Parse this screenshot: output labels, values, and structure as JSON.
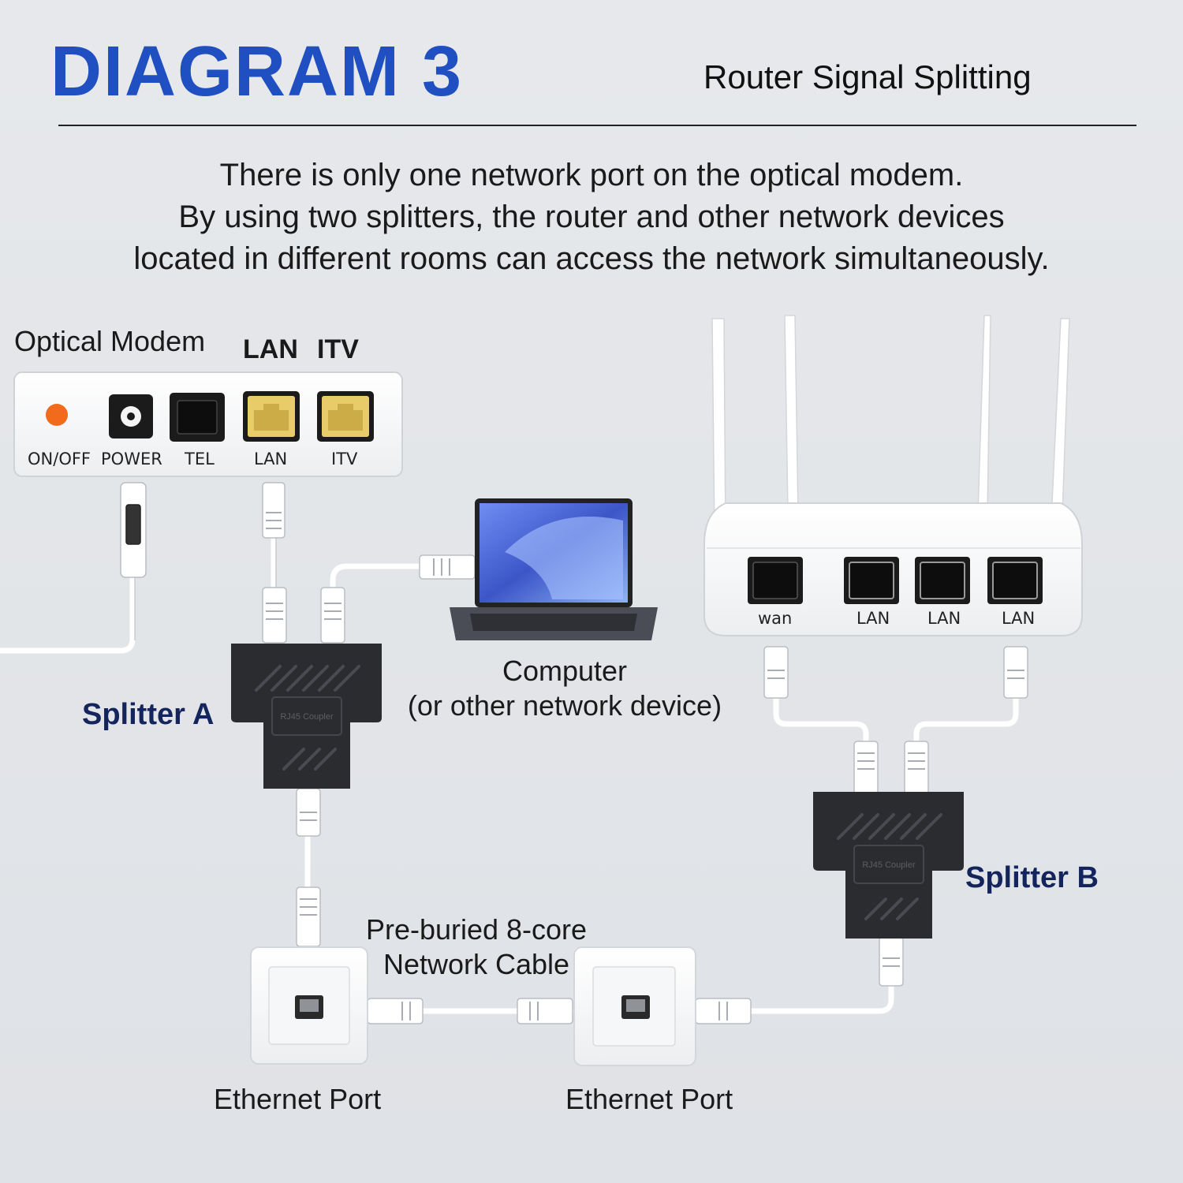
{
  "header": {
    "title": "DIAGRAM 3",
    "subtitle": "Router Signal Splitting"
  },
  "description": {
    "lines": [
      "There is only one network port on the optical modem.",
      "By using two splitters, the router and other network devices",
      "located in different rooms can access the network simultaneously."
    ]
  },
  "modem": {
    "title": "Optical Modem",
    "top_labels": [
      "LAN",
      "ITV"
    ],
    "ports": [
      "ON/OFF",
      "POWER",
      "TEL",
      "LAN",
      "ITV"
    ]
  },
  "router": {
    "ports": [
      "wan",
      "LAN",
      "LAN",
      "LAN"
    ]
  },
  "computer": {
    "line1": "Computer",
    "line2": "(or other network device)"
  },
  "splitters": {
    "a": "Splitter A",
    "b": "Splitter B",
    "coupler_text": "RJ45 Coupler"
  },
  "cable": {
    "line1": "Pre-buried 8-core",
    "line2": "Network Cable"
  },
  "wall_ports": [
    "Ethernet Port",
    "Ethernet Port"
  ],
  "colors": {
    "title_blue": "#1f4fc1",
    "splitter_label": "#14245c",
    "power_led": "#f26b1d",
    "port_gold": "#e8cc6a"
  }
}
